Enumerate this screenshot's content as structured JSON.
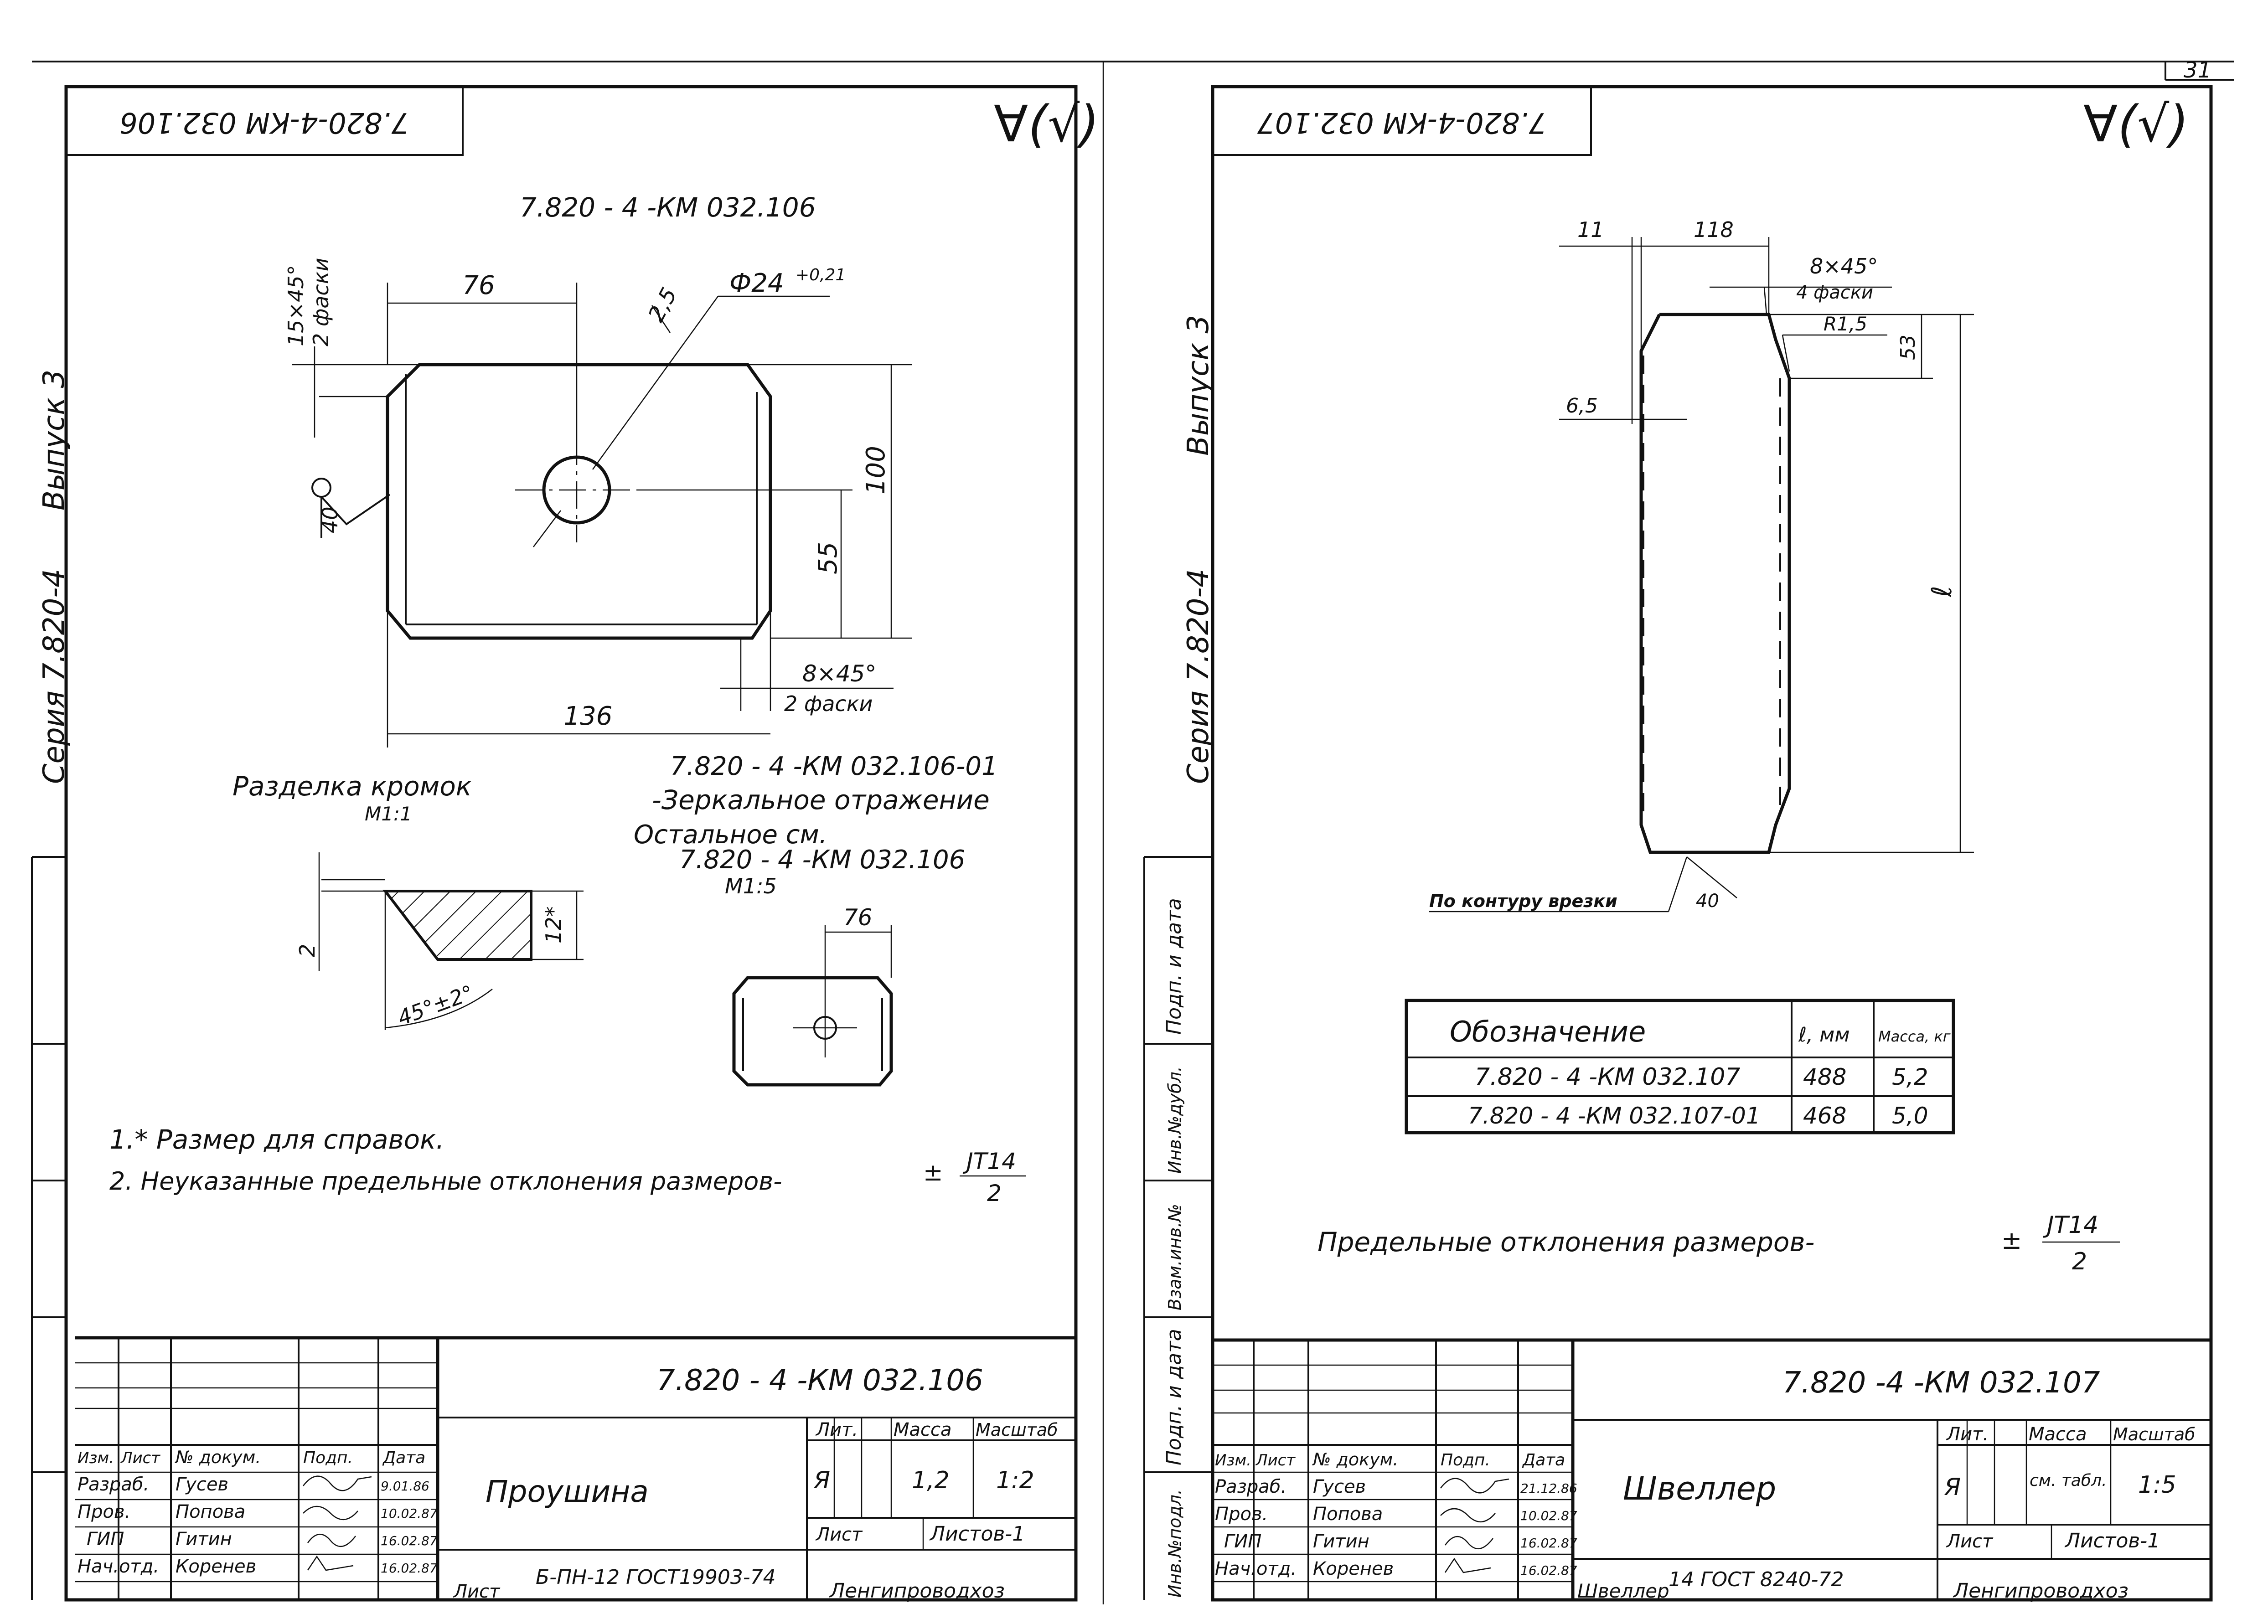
{
  "page_number": "31",
  "left": {
    "stamp_code": "7.820-4-КМ 032.106",
    "rough_symbol": "∀(√)",
    "drawing_title": "7.820 - 4 -КМ 032.106",
    "dims": {
      "top_76": "76",
      "hole_dia": "Ф24",
      "hole_tol": "+0,21",
      "r25": "2,5",
      "chamfer_top": "15×45°",
      "chamfer_top_count": "2 фаски",
      "weld": "40",
      "h100": "100",
      "h55": "55",
      "chamfer_bot": "8×45°",
      "chamfer_bot_count": "2 фаски",
      "w136": "136"
    },
    "edge_prep_title": "Разделка кромок",
    "edge_prep_scale": "М1:1",
    "edge_dims": {
      "d2": "2",
      "d12": "12*",
      "angle": "45°±2°"
    },
    "mirror_code": "7.820 - 4 -КМ 032.106-01",
    "mirror_text": "-Зеркальное отражение",
    "rest_text": "Остальное см.",
    "rest_code": "7.820 - 4 -КМ 032.106",
    "small_scale": "М1:5",
    "small_dim": "76",
    "note1": "1.* Размер для справок.",
    "note2": "2. Неуказанные предельные отклонения размеров-",
    "pm": "±",
    "frac_top": "JT14",
    "frac_bot": "2",
    "tb": {
      "code": "7.820 - 4 -КМ 032.106",
      "name": "Проушина",
      "hdr": [
        "Изм.",
        "Лист",
        "№ докум.",
        "Подп.",
        "Дата"
      ],
      "rows": [
        {
          "role": "Разраб.",
          "name": "Гусев",
          "date": "9.01.86"
        },
        {
          "role": "Пров.",
          "name": "Попова",
          "date": "10.02.87"
        },
        {
          "role": "ГИП",
          "name": "Гитин",
          "date": "16.02.87"
        },
        {
          "role": "Нач.отд.",
          "name": "Коренев",
          "date": "16.02.87"
        }
      ],
      "lit_label": "Лит.",
      "mass_label": "Масса",
      "scale_label": "Масштаб",
      "lit_val": "Я",
      "mass_val": "1,2",
      "scale_val": "1:2",
      "sheet_label": "Лист",
      "sheets_label": "Листов-1",
      "material_label": "Лист",
      "material": "Б-ПН-12 ГОСТ19903-74",
      "org": "Ленгипроводхоз"
    }
  },
  "right": {
    "stamp_code": "7.820-4-КМ 032.107",
    "rough_symbol": "∀(√)",
    "dims": {
      "d11": "11",
      "d118": "118",
      "chamfer": "8×45°",
      "chamfer_count": "4 фаски",
      "r15": "R1,5",
      "d53": "53",
      "d65": "6,5",
      "l": "ℓ",
      "weld": "40"
    },
    "contour_label": "По контуру врезки",
    "table": {
      "headers": [
        "Обозначение",
        "ℓ, мм",
        "Масса, кг"
      ],
      "rows": [
        [
          "7.820 - 4 -КМ 032.107",
          "488",
          "5,2"
        ],
        [
          "7.820 - 4 -КМ 032.107-01",
          "468",
          "5,0"
        ]
      ]
    },
    "tolerance": "Предельные отклонения размеров-",
    "pm": "±",
    "frac_top": "JT14",
    "frac_bot": "2",
    "tb": {
      "code": "7.820 -4 -КМ 032.107",
      "name": "Швеллер",
      "hdr": [
        "Изм.",
        "Лист",
        "№ докум.",
        "Подп.",
        "Дата"
      ],
      "rows": [
        {
          "role": "Разраб.",
          "name": "Гусев",
          "date": "21.12.86"
        },
        {
          "role": "Пров.",
          "name": "Попова",
          "date": "10.02.87"
        },
        {
          "role": "ГИП",
          "name": "Гитин",
          "date": "16.02.87"
        },
        {
          "role": "Нач.отд.",
          "name": "Коренев",
          "date": "16.02.87"
        }
      ],
      "lit_label": "Лит.",
      "mass_label": "Масса",
      "scale_label": "Масштаб",
      "lit_val": "Я",
      "mass_val": "см. табл.",
      "scale_val": "1:5",
      "sheet_label": "Лист",
      "sheets_label": "Листов-1",
      "material_label": "Швеллер",
      "material": "14 ГОСТ 8240-72",
      "org": "Ленгипроводхоз"
    }
  },
  "sidebar_left": {
    "series": "Серия 7.820-4",
    "issue": "Выпуск 3"
  },
  "sidebar_right": {
    "series": "Серия 7.820-4",
    "issue": "Выпуск 3",
    "cells": [
      "Подп. и дата",
      "Инв.№дубл.",
      "Взам.инв.№",
      "Подп. и дата",
      "Инв.№подл."
    ]
  }
}
